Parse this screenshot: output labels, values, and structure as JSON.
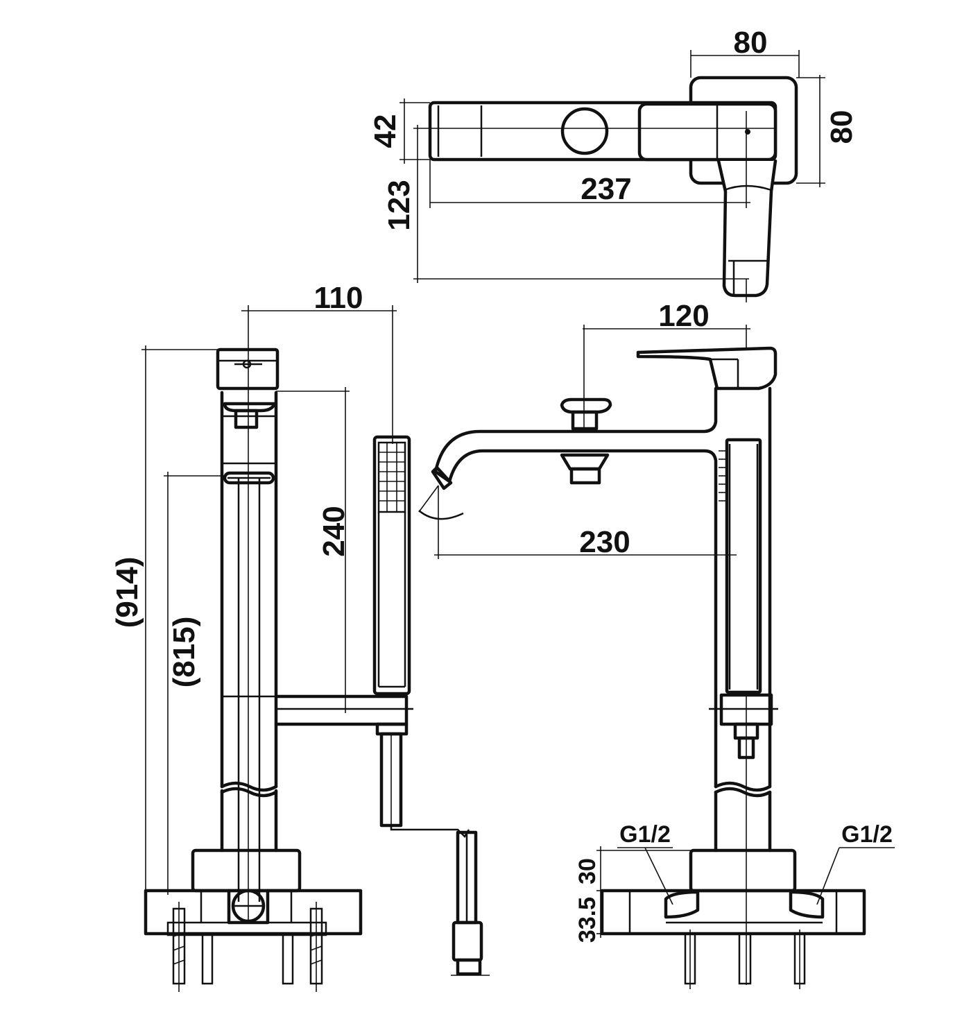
{
  "dimensions": {
    "top_width": "80",
    "top_depth": "80",
    "body_width": "42",
    "spout_reach_top": "237",
    "handle_offset": "123",
    "shower_offset": "110",
    "spout_height": "120",
    "total_height": "(914)",
    "body_height": "(815)",
    "hand_shower_length": "240",
    "spout_reach": "230",
    "base_upper": "30",
    "base_lower": "33.5"
  },
  "connections": {
    "left_inlet": "G1/2",
    "right_inlet": "G1/2"
  }
}
